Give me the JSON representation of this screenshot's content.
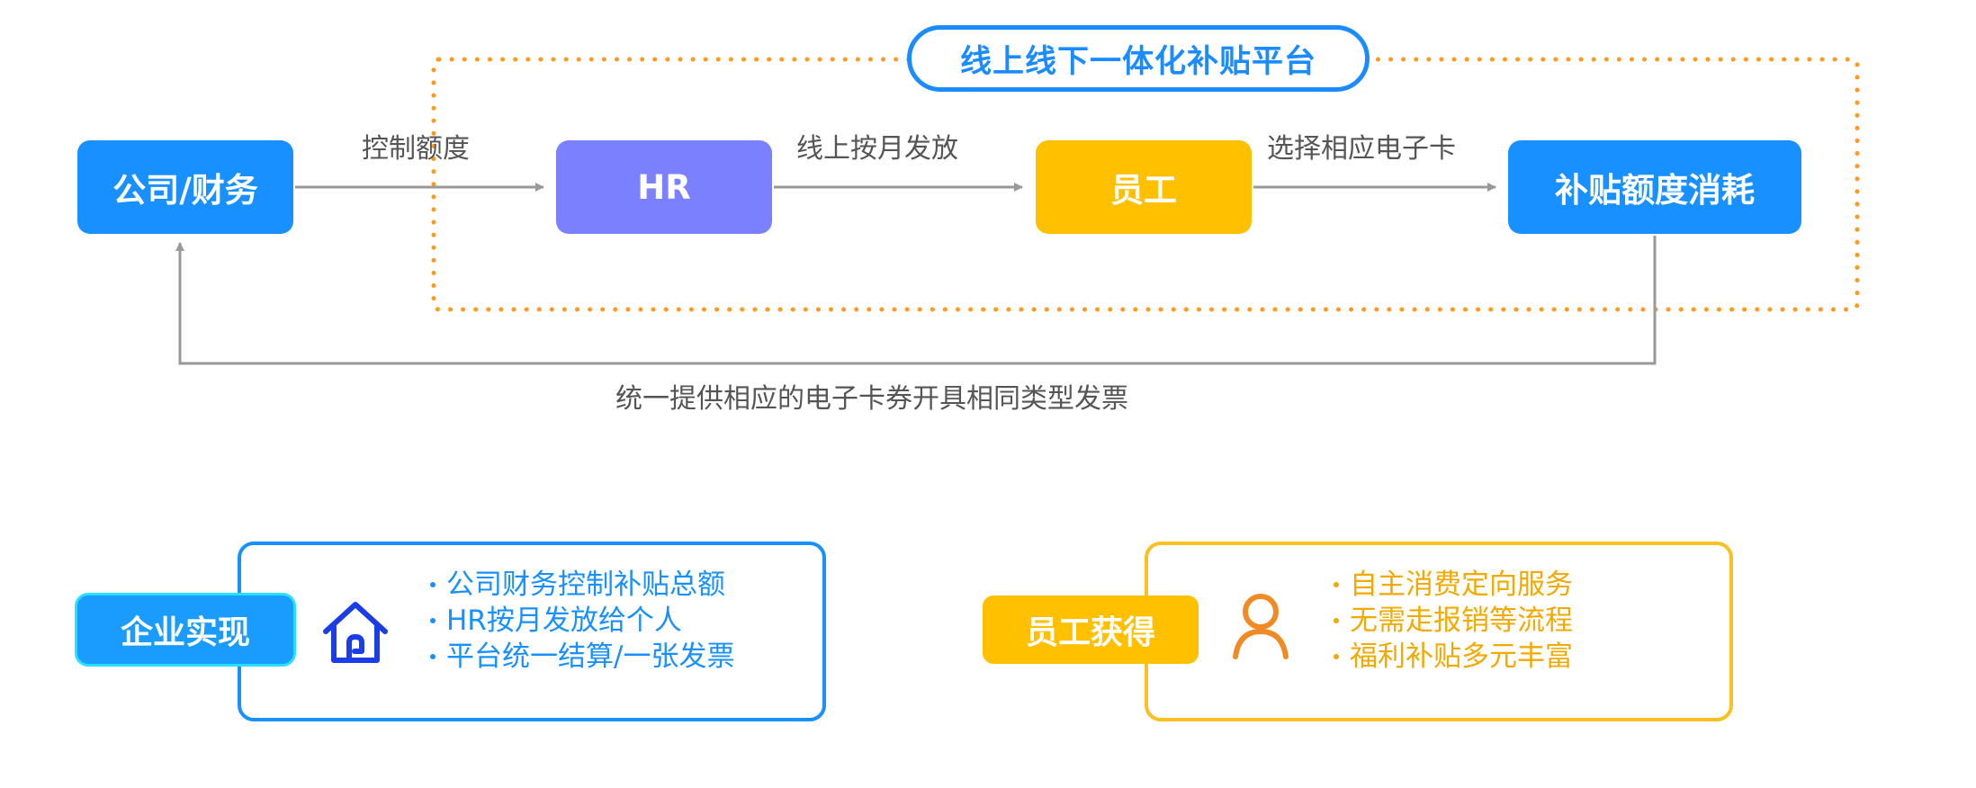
{
  "platform": {
    "title": "线上线下一体化补贴平台"
  },
  "flow": {
    "nodes": {
      "company": "公司/财务",
      "hr": "HR",
      "employee": "员工",
      "consume": "补贴额度消耗"
    },
    "edges": {
      "company_to_hr": "控制额度",
      "hr_to_employee": "线上按月发放",
      "employee_to_consume": "选择相应电子卡",
      "consume_to_company": "统一提供相应的电子卡券开具相同类型发票"
    }
  },
  "enterprise": {
    "tag": "企业实现",
    "icon": "home-icon",
    "items": [
      "公司财务控制补贴总额",
      "HR按月发放给个人",
      "平台统一结算/一张发票"
    ]
  },
  "employee_panel": {
    "tag": "员工获得",
    "icon": "user-icon",
    "items": [
      "自主消费定向服务",
      "无需走报销等流程",
      "福利补贴多元丰富"
    ]
  },
  "colors": {
    "blue": "#1890ff",
    "purple": "#7b80ff",
    "yellow": "#ffc000",
    "dotted_border": "#ff9a1f",
    "arrow": "#999999"
  }
}
